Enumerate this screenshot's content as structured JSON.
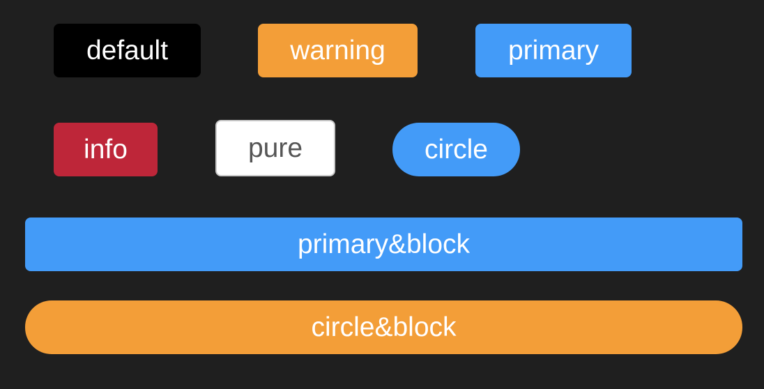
{
  "buttons": {
    "default": {
      "label": "default",
      "color": "#000000"
    },
    "warning": {
      "label": "warning",
      "color": "#f39e38"
    },
    "primary": {
      "label": "primary",
      "color": "#439bf8"
    },
    "info": {
      "label": "info",
      "color": "#be2639"
    },
    "pure": {
      "label": "pure",
      "color": "#ffffff"
    },
    "circle": {
      "label": "circle",
      "color": "#439bf8"
    },
    "primary_block": {
      "label": "primary&block",
      "color": "#439bf8"
    },
    "circle_block": {
      "label": "circle&block",
      "color": "#f39e38"
    }
  }
}
